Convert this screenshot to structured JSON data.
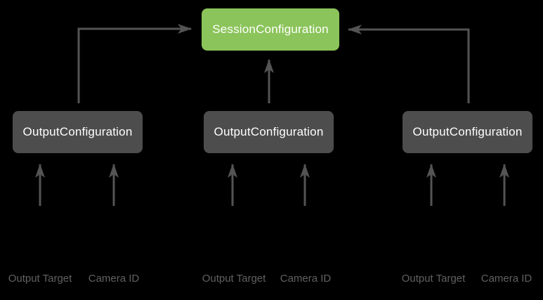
{
  "colors": {
    "background": "#000000",
    "session_box": "#8BC45A",
    "output_box": "#4D4D4D",
    "arrow": "#545454",
    "box_text": "#FFFFFF",
    "input_label_text": "#616161"
  },
  "session": {
    "label": "SessionConfiguration"
  },
  "outputs": [
    {
      "label": "OutputConfiguration",
      "inputs": [
        "Output Target",
        "Camera ID"
      ]
    },
    {
      "label": "OutputConfiguration",
      "inputs": [
        "Output Target",
        "Camera ID"
      ]
    },
    {
      "label": "OutputConfiguration",
      "inputs": [
        "Output Target",
        "Camera ID"
      ]
    }
  ]
}
